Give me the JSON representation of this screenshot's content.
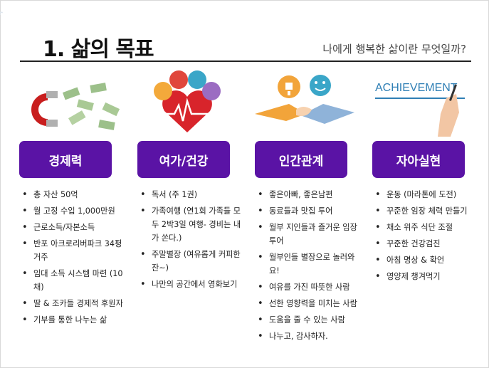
{
  "slide": {
    "title": "1. 삶의 목표",
    "subtitle": "나에게 행복한 삶이란 무엇일까?"
  },
  "columns": [
    {
      "heading": "경제력",
      "icon": "money-magnet-icon",
      "items": [
        "총 자산 50억",
        "월 고정 수입 1,000만원",
        "근로소득/자본소득",
        "반포 아크로리버파크 34평 거주",
        "임대 소득 시스템 마련 (10채)",
        "딸 & 조카들 경제적 후원자",
        "기부를 통한 나누는 삶"
      ]
    },
    {
      "heading": "여가/건강",
      "icon": "heart-health-icon",
      "items": [
        "독서 (주 1권)",
        "가족여행 (연1회 가족들 모두 2박3일 여행- 경비는 내가 쏜다.)",
        "주말별장 (여유롭게 커피한잔~)",
        "나만의 공간에서 영화보기"
      ]
    },
    {
      "heading": "인간관계",
      "icon": "handshake-icon",
      "items": [
        "좋은아빠, 좋은남편",
        "동료들과 맛집 투어",
        "월부 지인들과 즐거운 임장 투어",
        "월부인들 별장으로 놀러와요!",
        "여유를 가진 따뜻한 사람",
        "선한 영향력을 미치는 사람",
        "도움을 줄 수 있는 사람",
        "나누고, 감사하자."
      ]
    },
    {
      "heading": "자아실현",
      "icon": "achievement-hand-icon",
      "icon_text": "ACHIEVEMENT",
      "items": [
        "운동 (마라톤에 도전)",
        "꾸준한 임장 체력 만들기",
        "채소 위주 식단 조절",
        "꾸준한 건강검진",
        "아침 명상 & 확언",
        "영양제 챙겨먹기"
      ]
    }
  ],
  "colors": {
    "badge": "#5a13a5",
    "rule": "#222222"
  }
}
